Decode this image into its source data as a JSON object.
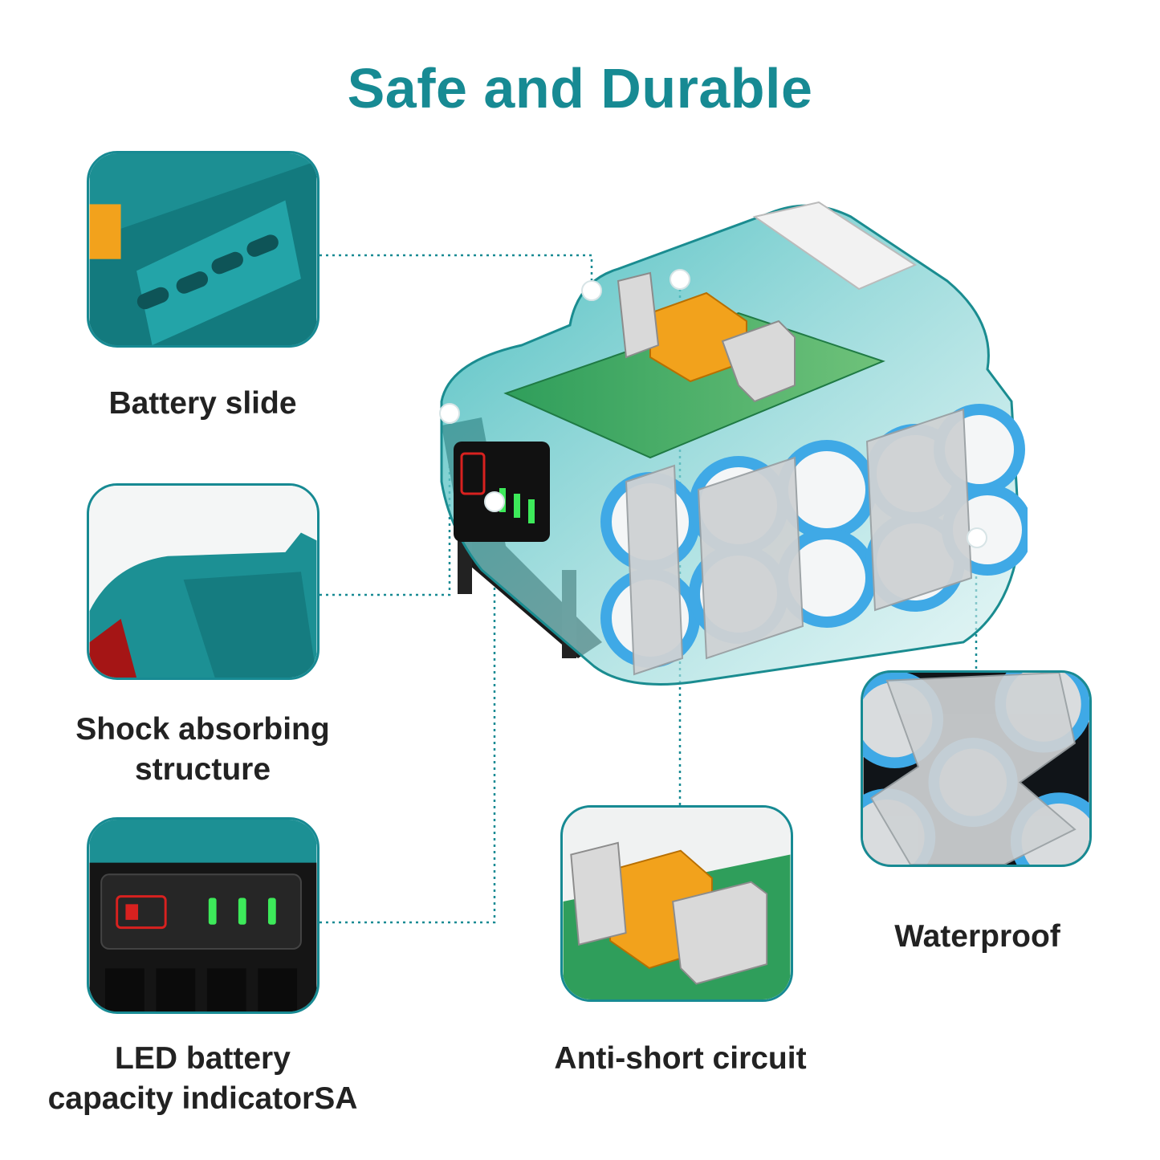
{
  "title": "Safe and Durable",
  "features": {
    "battery_slide": "Battery slide",
    "shock_line1": "Shock absorbing",
    "shock_line2": "structure",
    "led_line1": "LED battery",
    "led_line2": "capacity indicatorSA",
    "anti_short": "Anti-short circuit",
    "waterproof": "Waterproof"
  },
  "colors": {
    "accent": "#178a93",
    "teal_body": "#1f9ea3",
    "cell_blue": "#3fa9e6",
    "led_green": "#3dea5a",
    "led_red": "#d8211f",
    "connector_orange": "#f2a21c"
  }
}
